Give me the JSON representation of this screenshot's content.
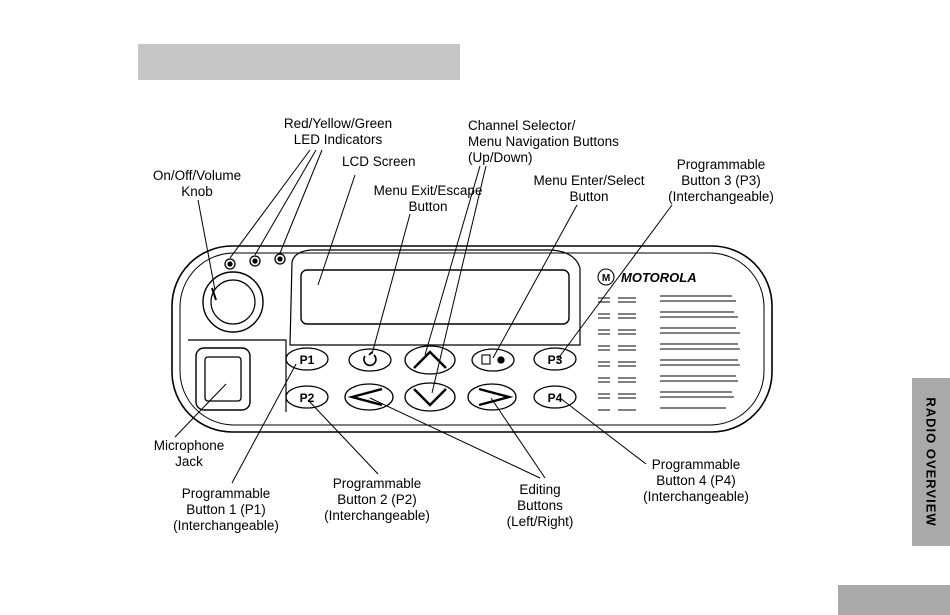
{
  "side_tab": {
    "label": "RADIO OVERVIEW"
  },
  "radio": {
    "brand": "MOTOROLA",
    "logo_mark": "M",
    "buttons": {
      "p1": "P1",
      "p2": "P2",
      "p3": "P3",
      "p4": "P4"
    }
  },
  "labels": {
    "led": [
      "Red/Yellow/Green",
      "LED Indicators"
    ],
    "lcd": [
      "LCD Screen"
    ],
    "volume": [
      "On/Off/Volume",
      "Knob"
    ],
    "menu_exit": [
      "Menu Exit/Escape",
      "Button"
    ],
    "channel": [
      "Channel Selector/",
      "Menu Navigation Buttons",
      "(Up/Down)"
    ],
    "menu_enter": [
      "Menu Enter/Select",
      "Button"
    ],
    "p3": [
      "Programmable",
      "Button 3 (P3)",
      "(Interchangeable)"
    ],
    "mic": [
      "Microphone",
      "Jack"
    ],
    "p1": [
      "Programmable",
      "Button 1 (P1)",
      "(Interchangeable)"
    ],
    "p2": [
      "Programmable",
      "Button 2 (P2)",
      "(Interchangeable)"
    ],
    "editing": [
      "Editing",
      "Buttons",
      "(Left/Right)"
    ],
    "p4": [
      "Programmable",
      "Button 4 (P4)",
      "(Interchangeable)"
    ]
  },
  "colors": {
    "header_bar": "#c6c6c6",
    "tab": "#a9a9a9",
    "line": "#000000"
  }
}
